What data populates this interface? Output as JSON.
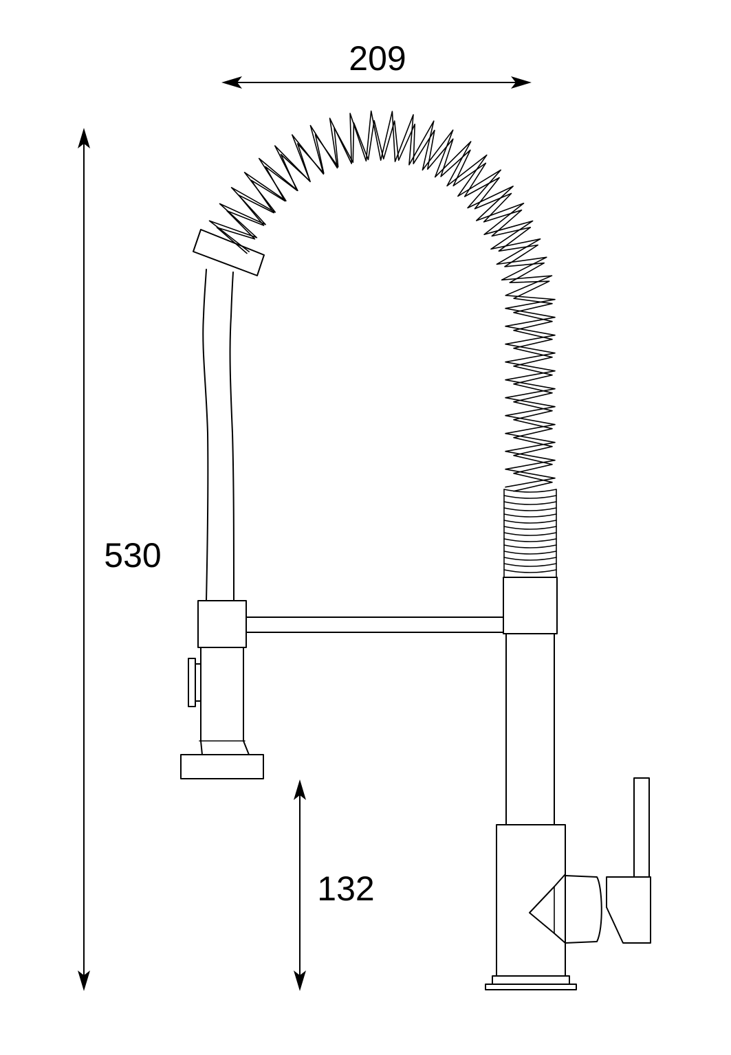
{
  "dimensions": {
    "width": {
      "value": "209"
    },
    "height": {
      "value": "530"
    },
    "spout_height": {
      "value": "132"
    }
  },
  "colors": {
    "line": "#000000",
    "background": "#ffffff"
  }
}
